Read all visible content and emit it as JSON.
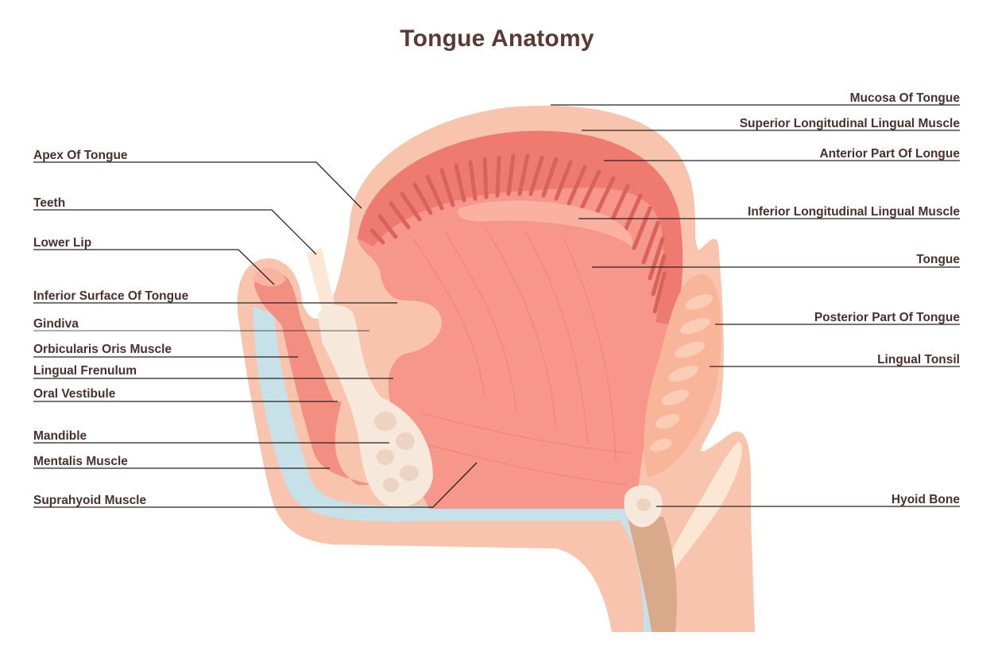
{
  "title": "Tongue Anatomy",
  "labels_left": [
    {
      "id": "apex",
      "text": "Apex Of Tongue"
    },
    {
      "id": "teeth",
      "text": "Teeth"
    },
    {
      "id": "lower-lip",
      "text": "Lower Lip"
    },
    {
      "id": "inferior-surface",
      "text": "Inferior Surface Of Tongue"
    },
    {
      "id": "gindiva",
      "text": "Gindiva"
    },
    {
      "id": "orbicularis",
      "text": "Orbicularis Oris Muscle"
    },
    {
      "id": "frenulum",
      "text": "Lingual Frenulum"
    },
    {
      "id": "vestibule",
      "text": "Oral Vestibule"
    },
    {
      "id": "mandible",
      "text": "Mandible"
    },
    {
      "id": "mentalis",
      "text": "Mentalis Muscle"
    },
    {
      "id": "suprahyoid",
      "text": "Suprahyoid Muscle"
    }
  ],
  "labels_right": [
    {
      "id": "mucosa",
      "text": "Mucosa Of Tongue"
    },
    {
      "id": "superior-long",
      "text": "Superior Longitudinal Lingual Muscle"
    },
    {
      "id": "anterior",
      "text": "Anterior Part Of Longue"
    },
    {
      "id": "inferior-long",
      "text": "Inferior Longitudinal Lingual Muscle"
    },
    {
      "id": "tongue",
      "text": "Tongue"
    },
    {
      "id": "posterior",
      "text": "Posterior Part Of Tongue"
    },
    {
      "id": "tonsil",
      "text": "Lingual Tonsil"
    },
    {
      "id": "hyoid",
      "text": "Hyoid Bone"
    }
  ],
  "colors": {
    "skin_outer": "#f9c4ae",
    "muscle": "#f28e82",
    "tongue_body": "#f7968a",
    "tongue_top": "#ee7a70",
    "mucosa": "#fbb9a6",
    "bone": "#f6e9dc",
    "bone_inner": "#ecd3c2",
    "airway_blue": "#c6e1e8",
    "tooth": "#fbe7d3",
    "tonsil": "#f9b59a",
    "title": "#5a3a34"
  }
}
